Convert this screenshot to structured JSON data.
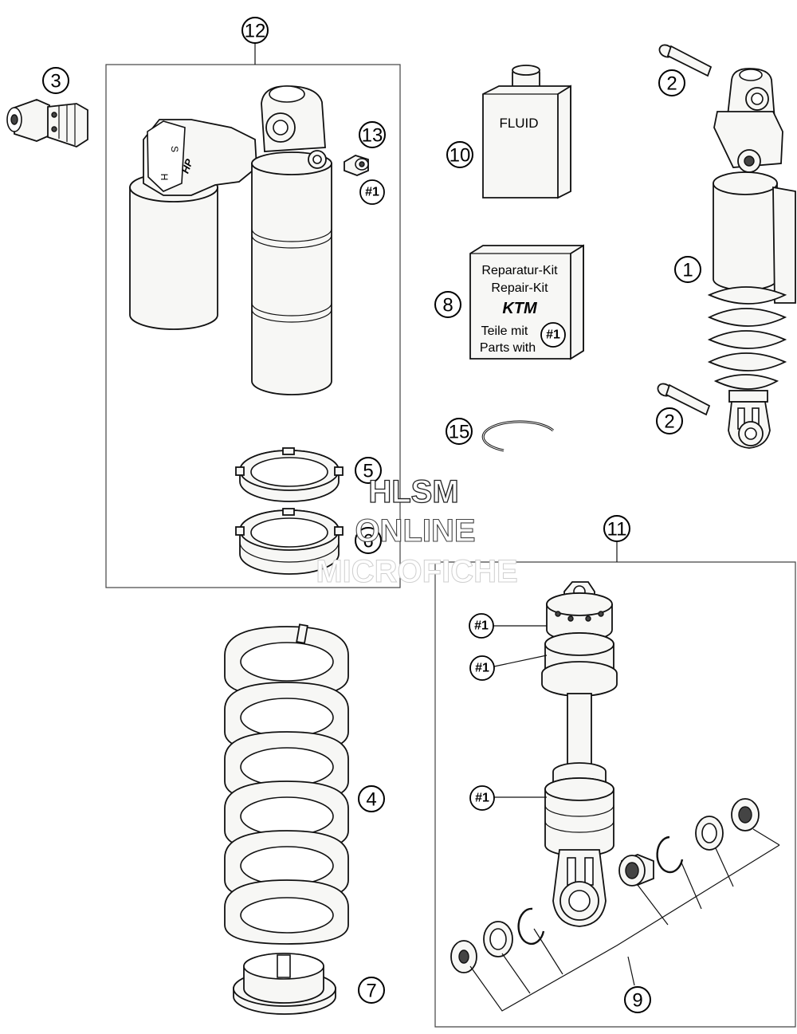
{
  "callouts": {
    "c1": "1",
    "c2a": "2",
    "c2b": "2",
    "c3": "3",
    "c4": "4",
    "c5": "5",
    "c6": "6",
    "c7": "7",
    "c8": "8",
    "c9": "9",
    "c10": "10",
    "c11": "11",
    "c12": "12",
    "c13": "13",
    "c15": "15"
  },
  "refs": {
    "r13": "#1",
    "r_kit": "#1",
    "r11a": "#1",
    "r11b": "#1",
    "r11c": "#1"
  },
  "fluid_label": "FLUID",
  "repair_kit": {
    "line1": "Reparatur-Kit",
    "line2": "Repair-Kit",
    "brand": "KTM",
    "line3": "Teile mit",
    "line4": "Parts with"
  },
  "reservoir_marks": {
    "s": "S",
    "h": "H",
    "hp": "HP"
  },
  "watermark": {
    "line1": "HLSM",
    "line2": "ONLINE",
    "line3": "MICROFICHE"
  }
}
